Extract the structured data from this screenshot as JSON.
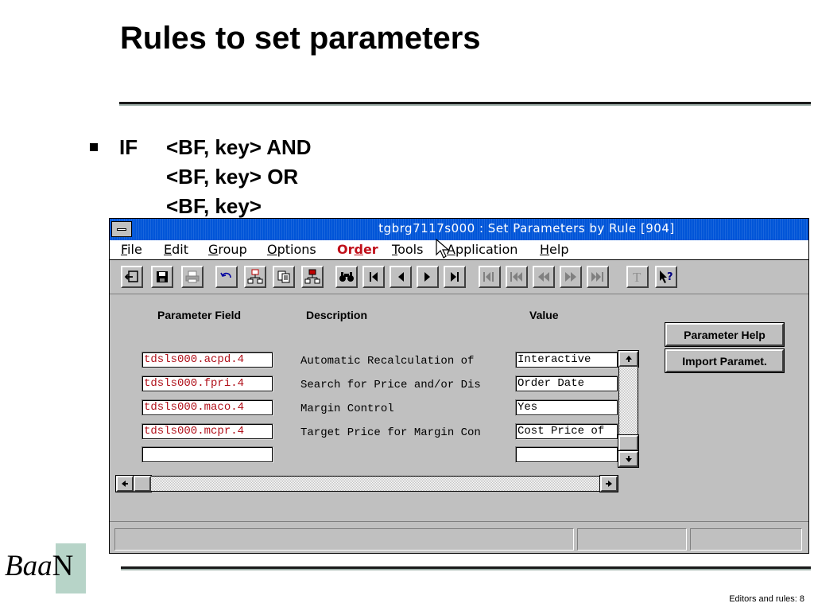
{
  "slide": {
    "title": "Rules to set parameters",
    "bullet": {
      "keyword": "IF",
      "lines": [
        "<BF, key> AND",
        "<BF, key> OR",
        "<BF, key>"
      ]
    },
    "footer_note": "Editors and rules: 8",
    "logo": {
      "part1": "Baa",
      "part2": "N",
      "accent_color": "#b7d4c8"
    }
  },
  "window": {
    "title": "tgbrg7117s000 : Set Parameters by Rule [904]",
    "titlebar_color": "#0055d8",
    "menu": [
      {
        "label": "File",
        "hot": "F",
        "rest": "ile"
      },
      {
        "label": "Edit",
        "hot": "E",
        "rest": "dit"
      },
      {
        "label": "Group",
        "hot": "G",
        "rest": "roup"
      },
      {
        "label": "Options",
        "hot": "O",
        "rest": "ptions"
      },
      {
        "label": "Order",
        "pre": "Or",
        "hot": "d",
        "rest": "er",
        "color": "#c0101a"
      },
      {
        "label": "Tools",
        "hot": "T",
        "rest": "ools"
      },
      {
        "label": "Application",
        "hot": "A",
        "rest": "pplication"
      },
      {
        "label": "Help",
        "hot": "H",
        "rest": "elp"
      }
    ],
    "toolbar_icons": [
      "exit-icon",
      "save-icon",
      "print-icon",
      "undo-icon",
      "insert-record-icon",
      "copy-icon",
      "duplicate-record-icon",
      "find-icon",
      "first-record-icon",
      "previous-record-icon",
      "next-record-icon",
      "last-record-icon",
      "first-group-icon",
      "previous-group-icon",
      "previous-page-icon",
      "next-page-icon",
      "last-group-icon",
      "text-icon",
      "context-help-icon"
    ],
    "columns": {
      "field": "Parameter Field",
      "description": "Description",
      "value": "Value"
    },
    "rows": [
      {
        "field": "tdsls000.acpd.4",
        "description": "Automatic Recalculation of",
        "value": "Interactive"
      },
      {
        "field": "tdsls000.fpri.4",
        "description": "Search for Price and/or Dis",
        "value": "Order Date"
      },
      {
        "field": "tdsls000.maco.4",
        "description": "Margin Control",
        "value": "Yes"
      },
      {
        "field": "tdsls000.mcpr.4",
        "description": "Target Price for Margin Con",
        "value": "Cost Price of"
      },
      {
        "field": "",
        "description": "",
        "value": ""
      }
    ],
    "buttons": {
      "parameter_help": "Parameter Help",
      "import_param": "Import Paramet."
    }
  }
}
